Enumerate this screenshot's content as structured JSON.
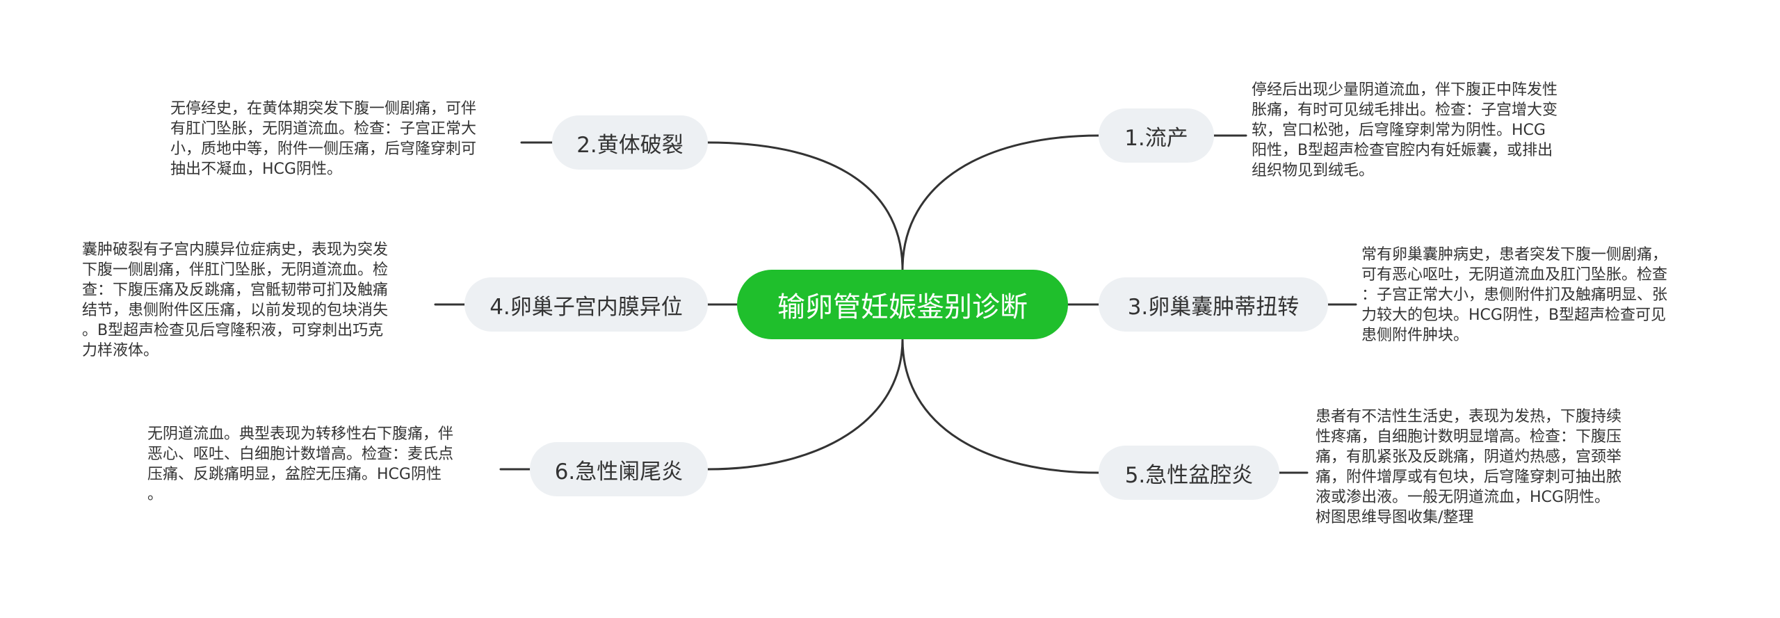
{
  "root": {
    "label": "输卵管妊娠鉴别诊断"
  },
  "branches": {
    "b1": {
      "label": "1.流产",
      "detail": "停经后出现少量阴道流血，伴下腹正中阵发性\n胀痛，有时可见绒毛排出。检查：子宫增大变\n软，宫口松弛，后穹隆穿刺常为阴性。HCG\n阳性，B型超声检查官腔内有妊娠囊，或排出\n组织物见到绒毛。"
    },
    "b2": {
      "label": "2.黄体破裂",
      "detail": "无停经史，在黄体期突发下腹一侧剧痛，可伴\n有肛门坠胀，无阴道流血。检查：子宫正常大\n小，质地中等，附件一侧压痛，后穹隆穿刺可\n抽出不凝血，HCG阴性。"
    },
    "b3": {
      "label": "3.卵巢囊肿蒂扭转",
      "detail": "常有卵巢囊肿病史，患者突发下腹一侧剧痛，\n可有恶心呕吐，无阴道流血及肛门坠胀。检查\n：子宫正常大小，患侧附件扪及触痛明显、张\n力较大的包块。HCG阴性，B型超声检查可见\n患侧附件肿块。"
    },
    "b4": {
      "label": "4.卵巢子宫内膜异位",
      "detail": "囊肿破裂有子宫内膜异位症病史，表现为突发\n下腹一侧剧痛，伴肛门坠胀，无阴道流血。检\n查：下腹压痛及反跳痛，宫骶韧带可扪及触痛\n结节，患侧附件区压痛，以前发现的包块消失\n。B型超声检查见后穹隆积液，可穿刺出巧克\n力样液体。"
    },
    "b5": {
      "label": "5.急性盆腔炎",
      "detail": "患者有不洁性生活史，表现为发热，下腹持续\n性疼痛，自细胞计数明显增高。检查：下腹压\n痛，有肌紧张及反跳痛，阴道灼热感，宫颈举\n痛，附件增厚或有包块，后穹隆穿刺可抽出脓\n液或渗出液。一般无阴道流血，HCG阴性。\n树图思维导图收集/整理"
    },
    "b6": {
      "label": "6.急性阑尾炎",
      "detail": "无阴道流血。典型表现为转移性右下腹痛，伴\n恶心、呕吐、白细胞计数增高。检查：麦氏点\n压痛、反跳痛明显，盆腔无压痛。HCG阴性\n。"
    }
  },
  "colors": {
    "root_fill": "#1fbf2c",
    "branch_fill": "#edf0f3",
    "line": "#333333",
    "text": "#333333"
  }
}
